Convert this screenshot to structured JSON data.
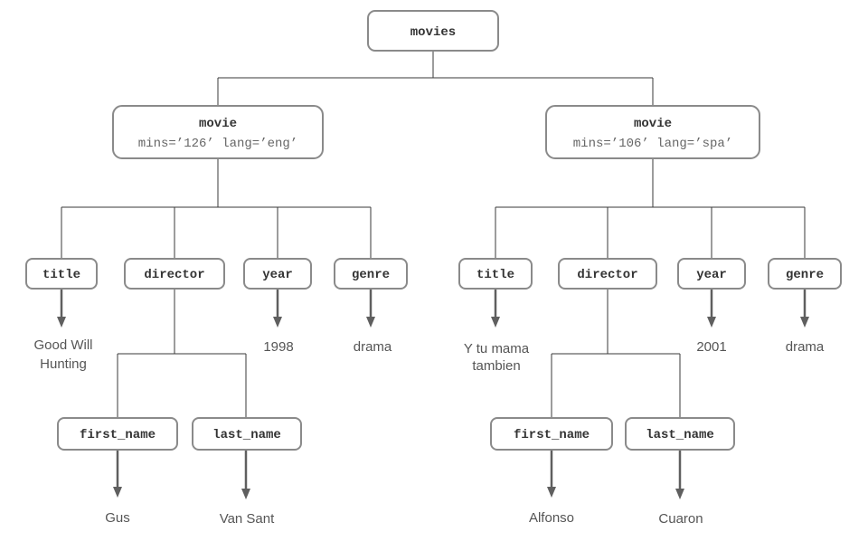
{
  "root": {
    "label": "movies"
  },
  "movies": [
    {
      "label": "movie",
      "attributes": "mins=’126’ lang=’eng’",
      "title": {
        "label": "title",
        "value_lines": [
          "Good Will",
          "Hunting"
        ]
      },
      "director": {
        "label": "director",
        "first_name": {
          "label": "first_name",
          "value": "Gus"
        },
        "last_name": {
          "label": "last_name",
          "value": "Van Sant"
        }
      },
      "year": {
        "label": "year",
        "value": "1998"
      },
      "genre": {
        "label": "genre",
        "value": "drama"
      }
    },
    {
      "label": "movie",
      "attributes": "mins=’106’ lang=’spa’",
      "title": {
        "label": "title",
        "value_lines": [
          "Y tu mama",
          "tambien"
        ]
      },
      "director": {
        "label": "director",
        "first_name": {
          "label": "first_name",
          "value": "Alfonso"
        },
        "last_name": {
          "label": "last_name",
          "value": "Cuaron"
        }
      },
      "year": {
        "label": "year",
        "value": "2001"
      },
      "genre": {
        "label": "genre",
        "value": "drama"
      }
    }
  ],
  "colors": {
    "box_border": "#8a8a8a",
    "connector": "#3a3a3a",
    "arrow": "#5f5f5f",
    "tag_text": "#333333",
    "value_text": "#555555"
  }
}
